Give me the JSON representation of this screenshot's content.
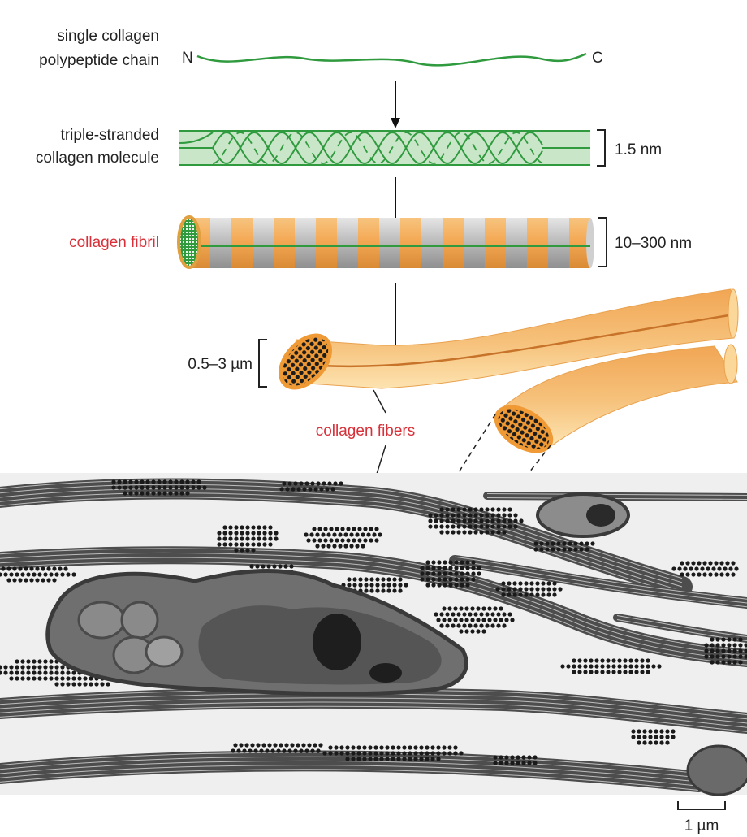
{
  "stages": {
    "chain": {
      "label_line1": "single collagen",
      "label_line2": "polypeptide chain",
      "n_terminus": "N",
      "c_terminus": "C"
    },
    "molecule": {
      "label_line1": "triple-stranded",
      "label_line2": "collagen molecule",
      "size": "1.5 nm"
    },
    "fibril": {
      "label": "collagen fibril",
      "size": "10–300 nm"
    },
    "fiber": {
      "size": "0.5–3 µm",
      "label": "collagen fibers"
    }
  },
  "micrograph": {
    "scale_bar": "1 µm"
  },
  "colors": {
    "chain_green": "#2f9a3e",
    "molecule_fill": "#c9e6c8",
    "fibril_orange": "#f4a955",
    "fibril_gray": "#b8b8b8",
    "fiber_orange": "#f3b46a",
    "label_red": "#d8313a"
  }
}
